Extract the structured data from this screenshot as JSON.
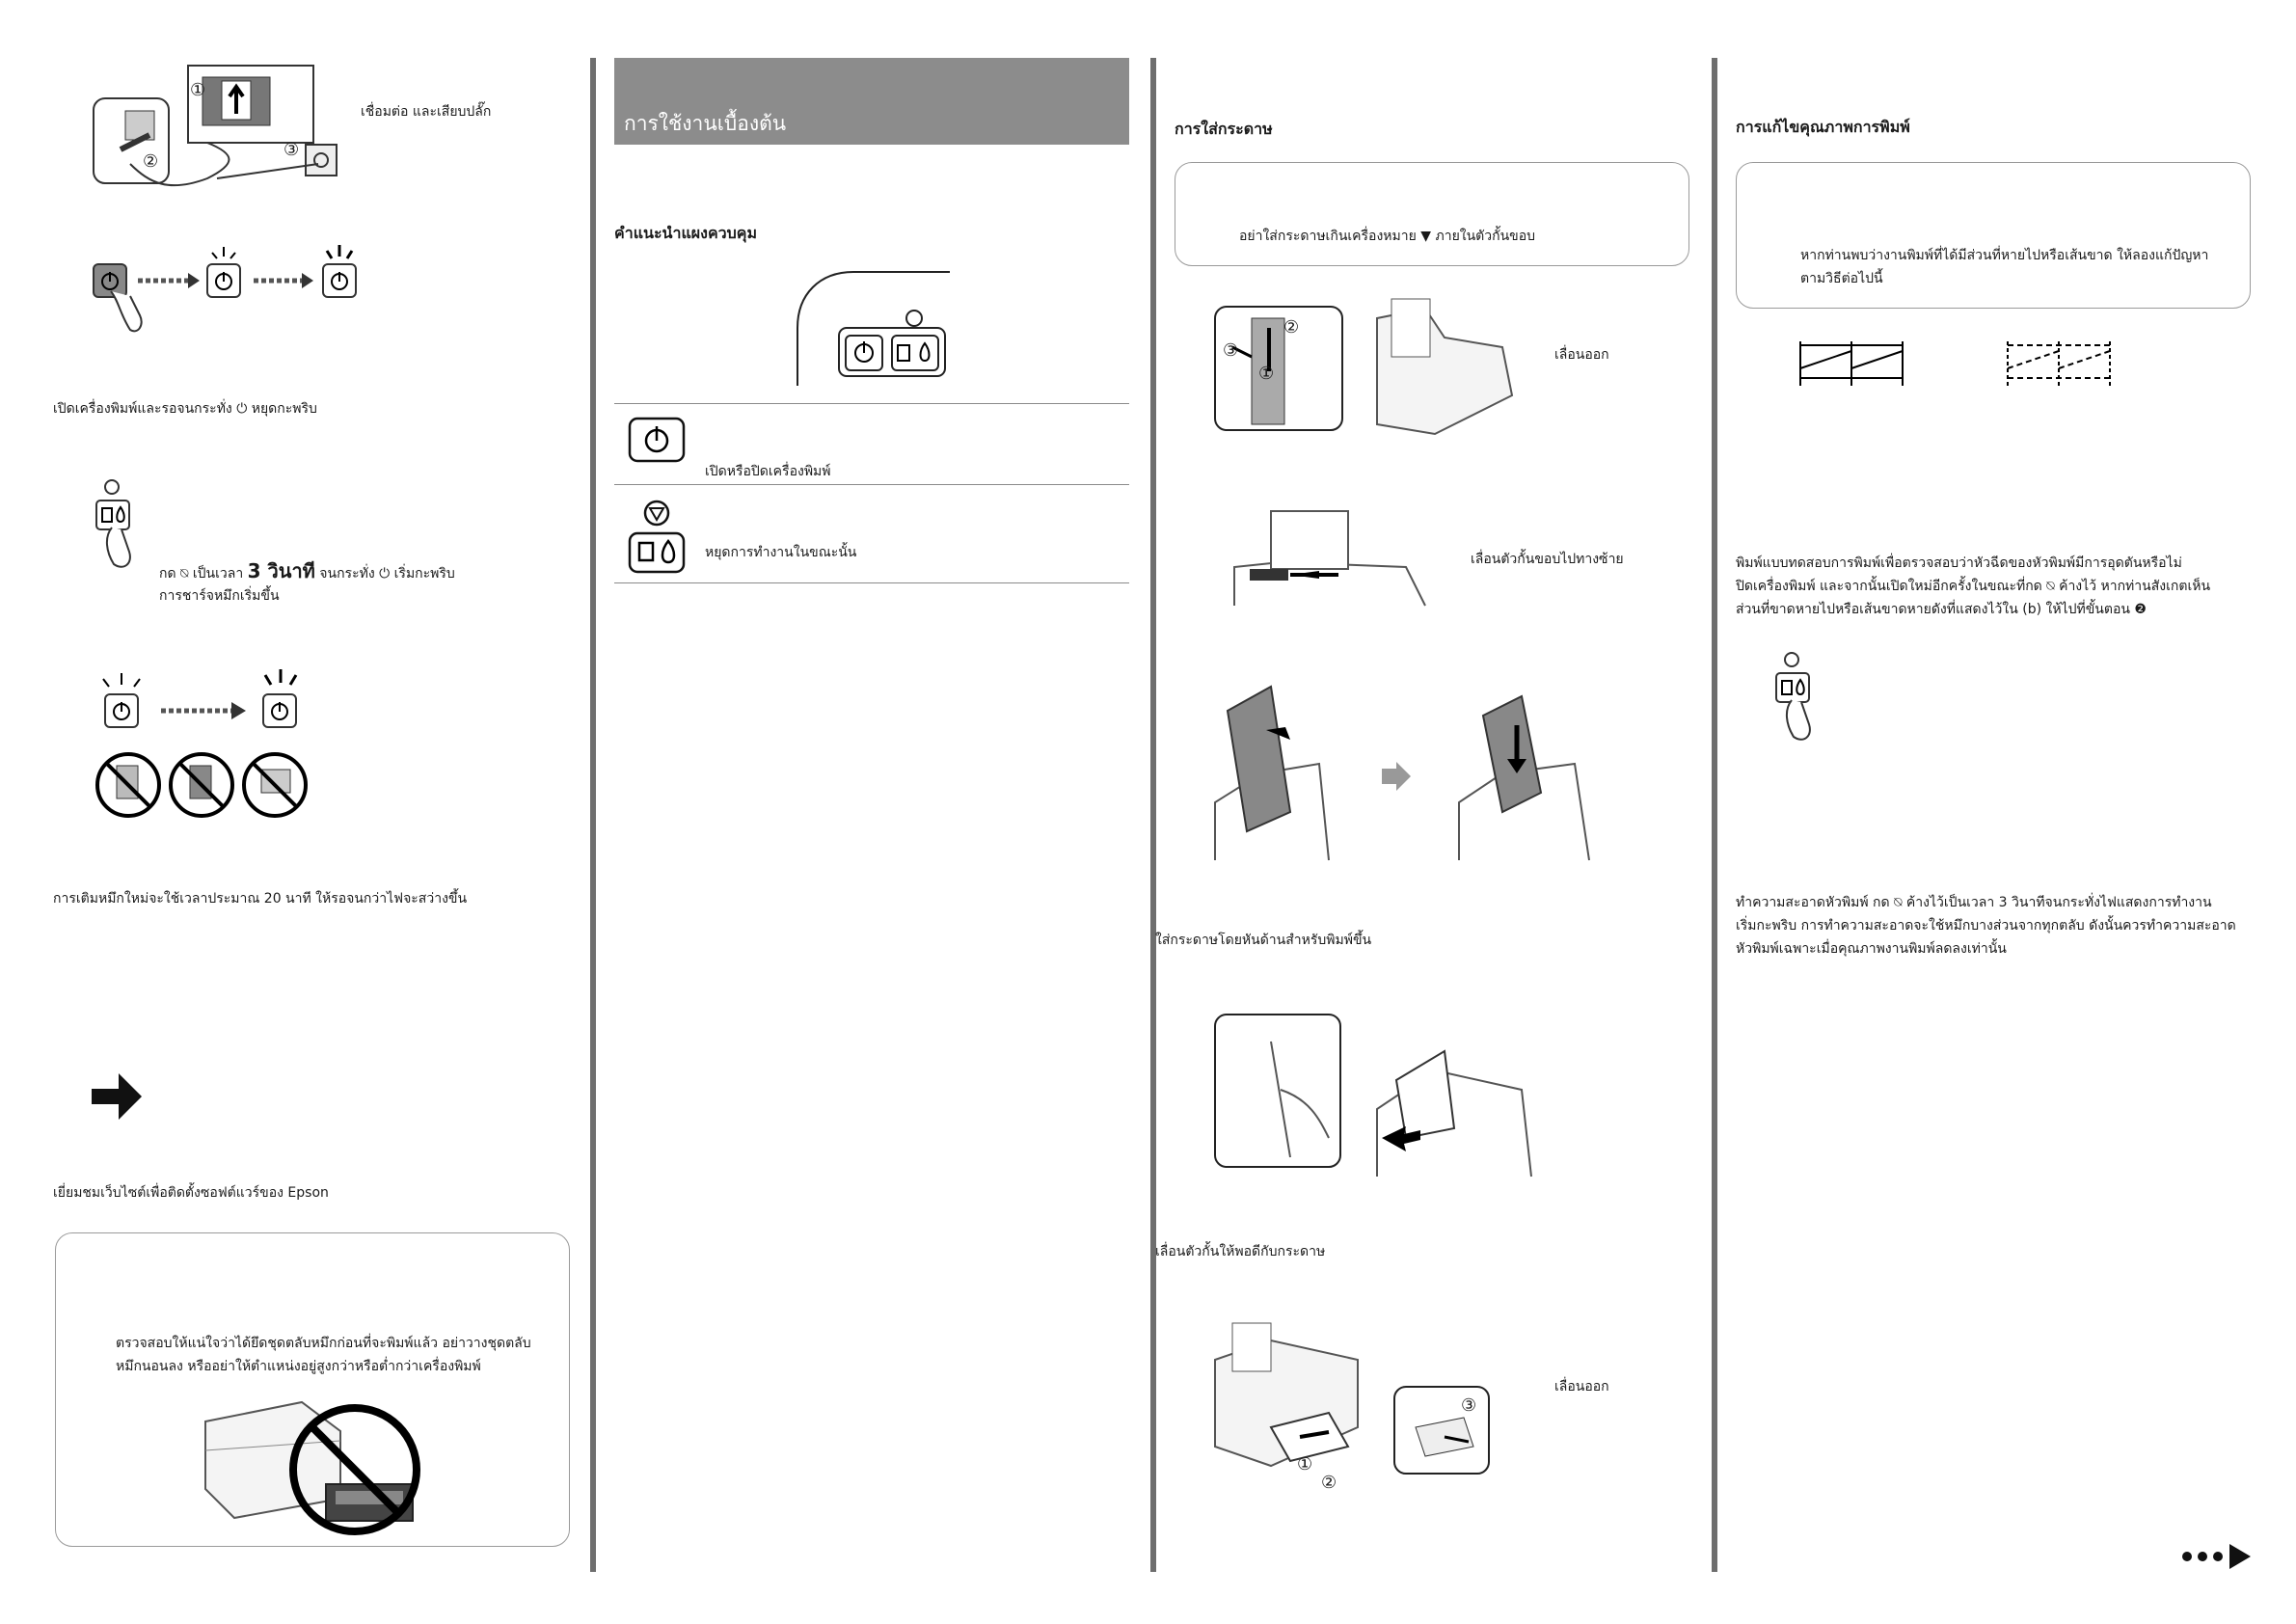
{
  "col1": {
    "connect_text": "เชื่อมต่อ และเสียบปลั๊ก",
    "num1": "①",
    "num2": "②",
    "num3": "③",
    "turn_on_text": "เปิดเครื่องพิมพ์และรอจนกระทั่ง ⏻ หยุดกะพริบ",
    "press_text_pre": "กด ⍉ เป็นเวลา ",
    "press_text_bold": "3 วินาที",
    "press_text_post": " จนกระทั่ง ⏻ เริ่มกะพริบ",
    "charging_text": "การชาร์จหมึกเริ่มขึ้น",
    "refill_text": "การเติมหมึกใหม่จะใช้เวลาประมาณ 20 นาที ให้รอจนกว่าไฟจะสว่างขึ้น",
    "website_text": "เยี่ยมชมเว็บไซต์เพื่อติดตั้งซอฟต์แวร์ของ Epson",
    "caution_line1": "ตรวจสอบให้แน่ใจว่าได้ยึดชุดตลับหมึกก่อนที่จะพิมพ์แล้ว อย่าวางชุดตลับ",
    "caution_line2": "หมึกนอนลง หรืออย่าให้ตำแหน่งอยู่สูงกว่าหรือต่ำกว่าเครื่องพิมพ์"
  },
  "col2": {
    "header_title": "การใช้งานเบื้องต้น",
    "panel_guide_title": "คำแนะนำแผงควบคุม",
    "power_desc": "เปิดหรือปิดเครื่องพิมพ์",
    "stop_desc": "หยุดการทำงานในขณะนั้น"
  },
  "col3": {
    "title": "การใส่กระดาษ",
    "note_text": "อย่าใส่กระดาษเกินเครื่องหมาย ▼ ภายในตัวกั้นขอบ",
    "slide_out_1": "เลื่อนออก",
    "slide_guide_left": "เลื่อนตัวกั้นขอบไปทางซ้าย",
    "load_face_up": "ใส่กระดาษโดยหันด้านสำหรับพิมพ์ขึ้น",
    "slide_to_paper": "เลื่อนตัวกั้นให้พอดีกับกระดาษ",
    "slide_out_2": "เลื่อนออก",
    "num1": "①",
    "num2": "②",
    "num3": "③"
  },
  "col4": {
    "title": "การแก้ไขคุณภาพการพิมพ์",
    "note_line1": "หากท่านพบว่างานพิมพ์ที่ได้มีส่วนที่หายไปหรือเส้นขาด ให้ลองแก้ปัญหา",
    "note_line2": "ตามวิธีต่อไปนี้",
    "nozzle_line1": "พิมพ์แบบทดสอบการพิมพ์เพื่อตรวจสอบว่าหัวฉีดของหัวพิมพ์มีการอุดตันหรือไม่",
    "nozzle_line2": "ปิดเครื่องพิมพ์ และจากนั้นเปิดใหม่อีกครั้งในขณะที่กด ⍉ ค้างไว้ หากท่านสังเกตเห็น",
    "nozzle_line3": "ส่วนที่ขาดหายไปหรือเส้นขาดหายดังที่แสดงไว้ใน (b) ให้ไปที่ขั้นตอน ❷",
    "clean_line1": "ทำความสะอาดหัวพิมพ์ กด ⍉ ค้างไว้เป็นเวลา 3 วินาทีจนกระทั่งไฟแสดงการทำงาน",
    "clean_line2": "เริ่มกะพริบ การทำความสะอาดจะใช้หมึกบางส่วนจากทุกตลับ ดังนั้นควรทำความสะอาด",
    "clean_line3": "หัวพิมพ์เฉพาะเมื่อคุณภาพงานพิมพ์ลดลงเท่านั้น"
  },
  "colors": {
    "divider": "#6e6e6e",
    "header_bg": "#8c8c8c",
    "box_border": "#9a9a9a"
  },
  "icons": [
    "power-icon",
    "stop-icon",
    "paper-ink-icon",
    "arrow-right-icon",
    "continue-icon"
  ]
}
